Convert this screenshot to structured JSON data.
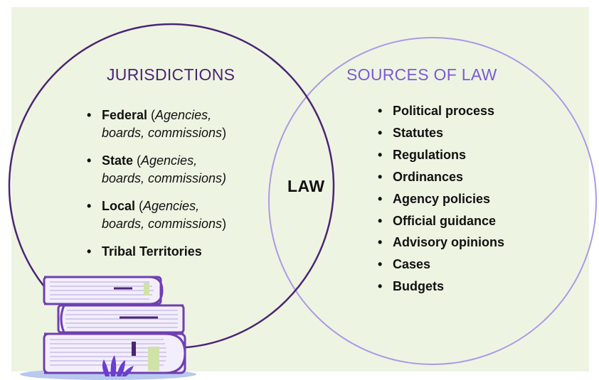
{
  "diagram": {
    "left_title": "JURISDICTIONS",
    "right_title": "SOURCES OF LAW",
    "center_label": "LAW",
    "jurisdictions": [
      {
        "name": "Federal",
        "open": " (",
        "detail_1": "Agencies,",
        "detail_2": "boards, commissions",
        "close": ")"
      },
      {
        "name": "State",
        "open": " (",
        "detail_1": "Agencies,",
        "detail_2": "boards, commissions)",
        "close": ""
      },
      {
        "name": "Local",
        "open": " (",
        "detail_1": "Agencies,",
        "detail_2": "boards, commissions",
        "close": ")"
      },
      {
        "name": "Tribal Territories"
      }
    ],
    "sources": [
      "Political process",
      "Statutes",
      "Regulations",
      "Ordinances",
      "Agency policies",
      "Official guidance",
      "Advisory opinions",
      "Cases",
      "Budgets"
    ]
  },
  "colors": {
    "background": "#eef4e2",
    "left_circle": "#4a2575",
    "right_circle": "#a99ae8",
    "book_spine": "#6f3fb2",
    "book_pages": "#f3eefb",
    "book_lines": "#b3a6dd",
    "ribbon": "#4a2575",
    "bookmark": "#cfe3a8",
    "shadow": "#b8c9ef",
    "plant": "#6a3fd0"
  },
  "icons": [
    "stack-of-books-icon",
    "plant-icon"
  ]
}
